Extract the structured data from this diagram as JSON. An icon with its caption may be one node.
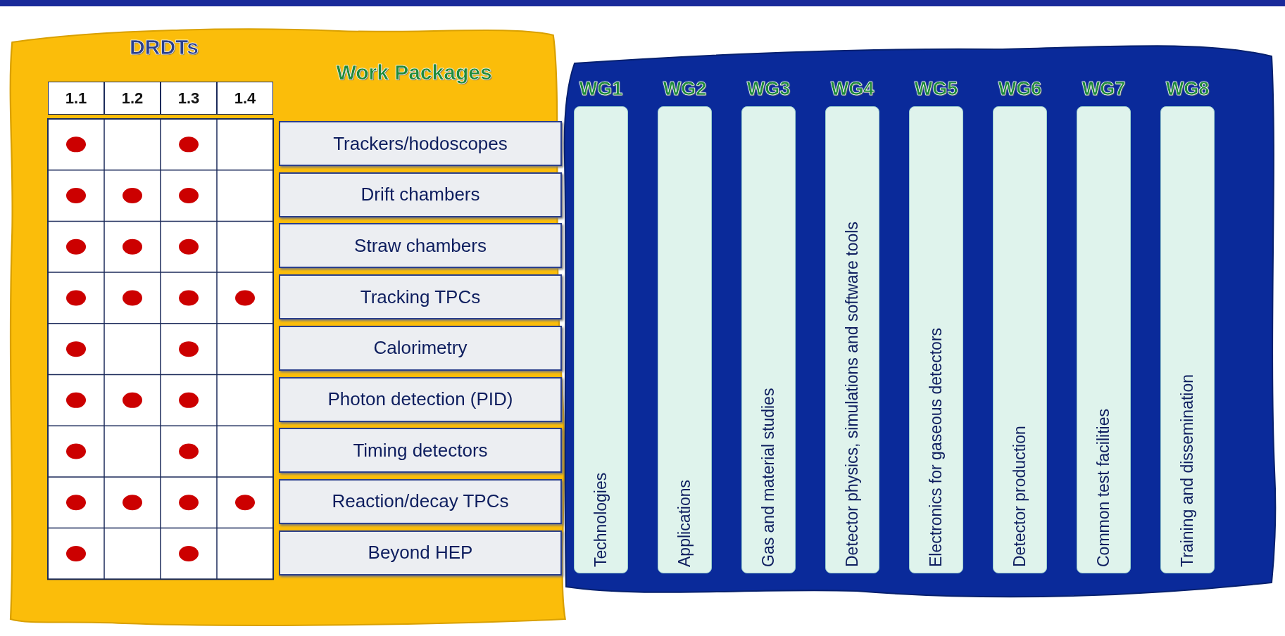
{
  "diagram": {
    "nodes": [
      {
        "text": [
          "DRDTs",
          "Work Packages"
        ]
      },
      {
        "text": [
          "Trackers/hodoscopes"
        ],
        "in": 0
      },
      {
        "text": [
          "Drift chambers"
        ],
        "in": 0
      },
      {
        "text": [
          "Straw chambers"
        ],
        "in": 0
      },
      {
        "text": [
          "Tracking TPCs"
        ],
        "in": 0
      },
      {
        "text": [
          "Calorimetry"
        ],
        "in": 0
      },
      {
        "text": [
          "Photon detection (PID)"
        ],
        "in": 0
      },
      {
        "text": [
          "Timing detectors"
        ],
        "in": 0
      },
      {
        "text": [
          "Reaction/decay TPCs"
        ],
        "in": 0
      },
      {
        "text": [
          "Beyond HEP"
        ],
        "in": 0
      },
      {
        "text": [],
        "shape": "box"
      },
      {
        "text": [
          "WG1",
          "Technologies"
        ],
        "in": 10
      },
      {
        "text": [
          "WG2",
          "Applications"
        ],
        "in": 10
      },
      {
        "text": [
          "WG3",
          "Gas and material studies"
        ],
        "in": 10
      },
      {
        "text": [
          "WG4",
          "Detector physics, simulations and software tools"
        ],
        "in": 10
      },
      {
        "text": [
          "WG5",
          "Electronics for gaseous detectors"
        ],
        "in": 10
      },
      {
        "text": [
          "WG6",
          "Detector production"
        ],
        "in": 10
      },
      {
        "text": [
          "WG7",
          "Common test facilities"
        ],
        "in": 10
      },
      {
        "text": [
          "WG8",
          "Training and dissemination"
        ],
        "in": 10
      }
    ],
    "labels": [
      "1.1",
      "1.2",
      "1.3",
      "1.4"
    ]
  }
}
